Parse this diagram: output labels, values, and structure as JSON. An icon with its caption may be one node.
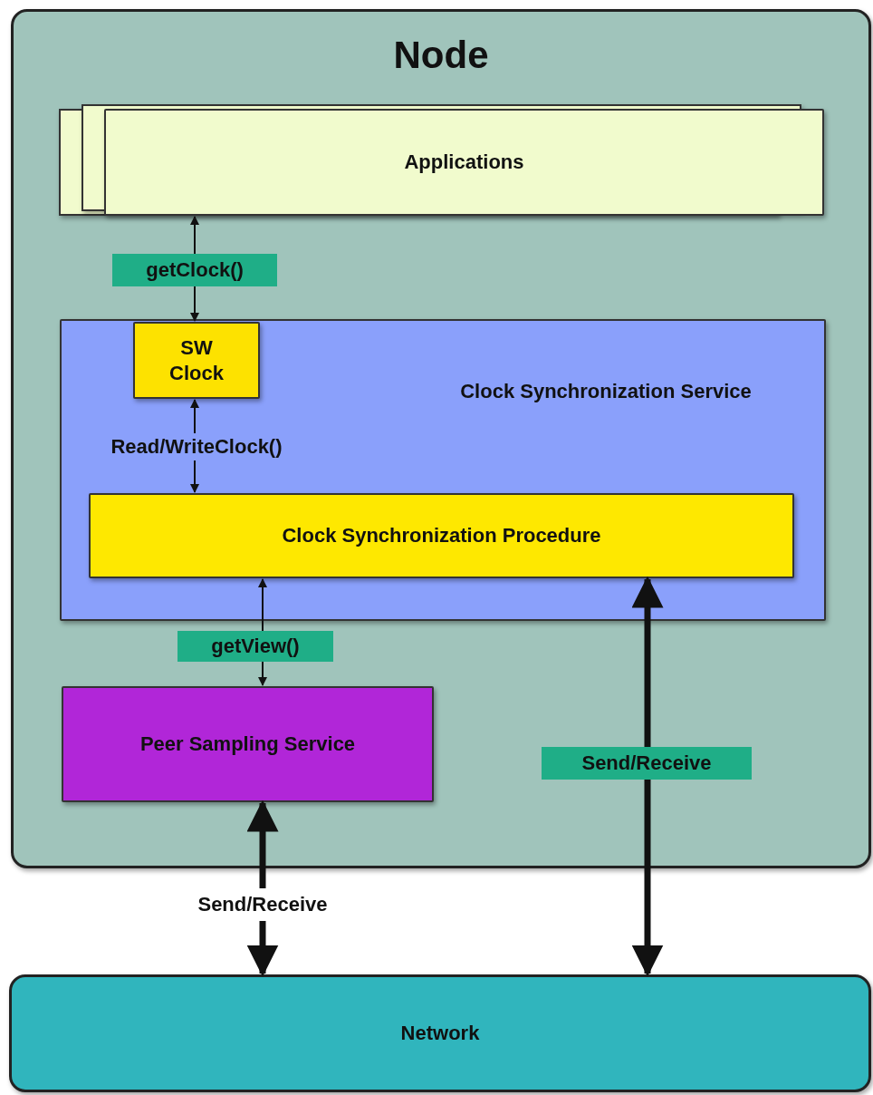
{
  "diagram": {
    "nodes": [
      {
        "text": [
          "Node"
        ]
      },
      {
        "text": [
          "Applications"
        ],
        "in": 0
      },
      {
        "text": [
          "Clock Synchronization Service"
        ],
        "in": 0
      },
      {
        "text": [
          "SW Clock"
        ],
        "in": 2
      },
      {
        "text": [
          "Clock Synchronization Procedure"
        ],
        "in": 2
      },
      {
        "text": [
          "Peer Sampling Service"
        ],
        "in": 0
      },
      {
        "text": [
          "Network"
        ]
      }
    ],
    "edges": [
      {
        "from": 1,
        "to": 3,
        "arrow": "both",
        "label": "getClock()"
      },
      {
        "from": 3,
        "to": 4,
        "arrow": "both",
        "label": "Read/WriteClock()"
      },
      {
        "from": 4,
        "to": 5,
        "arrow": "both",
        "label": "getView()"
      },
      {
        "from": 5,
        "to": 6,
        "arrow": "both",
        "label": "Send/Receive",
        "style": "thick"
      },
      {
        "from": 4,
        "to": 6,
        "arrow": "both",
        "label": "Send/Receive",
        "style": "thick"
      }
    ]
  }
}
